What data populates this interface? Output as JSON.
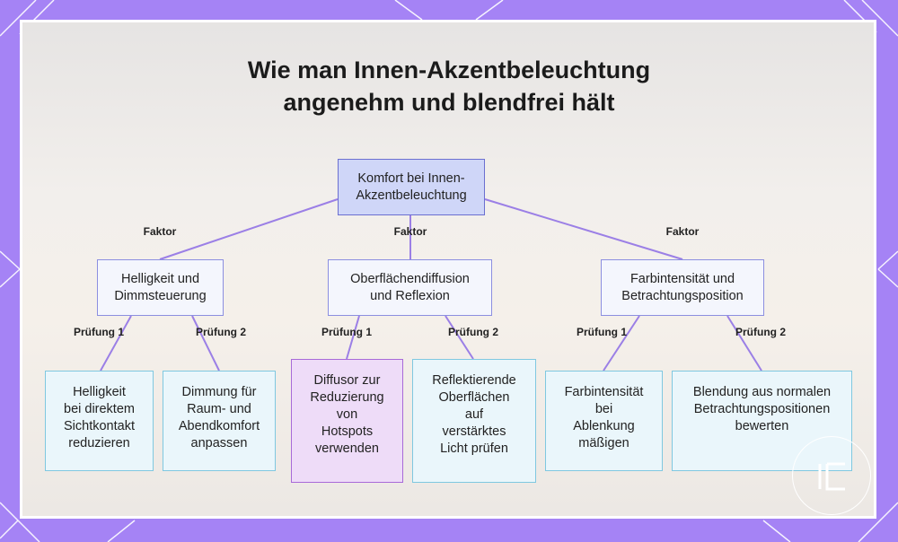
{
  "title": {
    "line1": "Wie man Innen-Akzentbeleuchtung",
    "line2": "angenehm und blendfrei hält"
  },
  "root": {
    "label": "Komfort bei Innen-\nAkzentbeleuchtung"
  },
  "factor_label": "Faktor",
  "factors": [
    {
      "label": "Helligkeit und\nDimmsteuerung",
      "checks": [
        {
          "edge": "Prüfung 1",
          "label": "Helligkeit\nbei direktem\nSichtkontakt\nreduzieren"
        },
        {
          "edge": "Prüfung 2",
          "label": "Dimmung für\nRaum- und\nAbendkomfort\nanpassen"
        }
      ]
    },
    {
      "label": "Oberflächendiffusion\nund Reflexion",
      "checks": [
        {
          "edge": "Prüfung 1",
          "label": "Diffusor zur\nReduzierung\nvon\nHotspots\nverwenden"
        },
        {
          "edge": "Prüfung 2",
          "label": "Reflektierende\nOberflächen\nauf\nverstärktes\nLicht prüfen"
        }
      ]
    },
    {
      "label": "Farbintensität und\nBetrachtungsposition",
      "checks": [
        {
          "edge": "Prüfung 1",
          "label": "Farbintensität\nbei\nAblenkung\nmäßigen"
        },
        {
          "edge": "Prüfung 2",
          "label": "Blendung aus normalen\nBetrachtungspositionen\nbewerten"
        }
      ]
    }
  ],
  "colors": {
    "frame": "#a583f5",
    "root_fill": "#cfd6f8",
    "factor_fill": "#f4f6fd",
    "check_fill": "#eaf6fb",
    "highlight_fill": "#eedcf8",
    "connector": "#9b7fe6"
  },
  "icons": [
    "logo-mark"
  ]
}
